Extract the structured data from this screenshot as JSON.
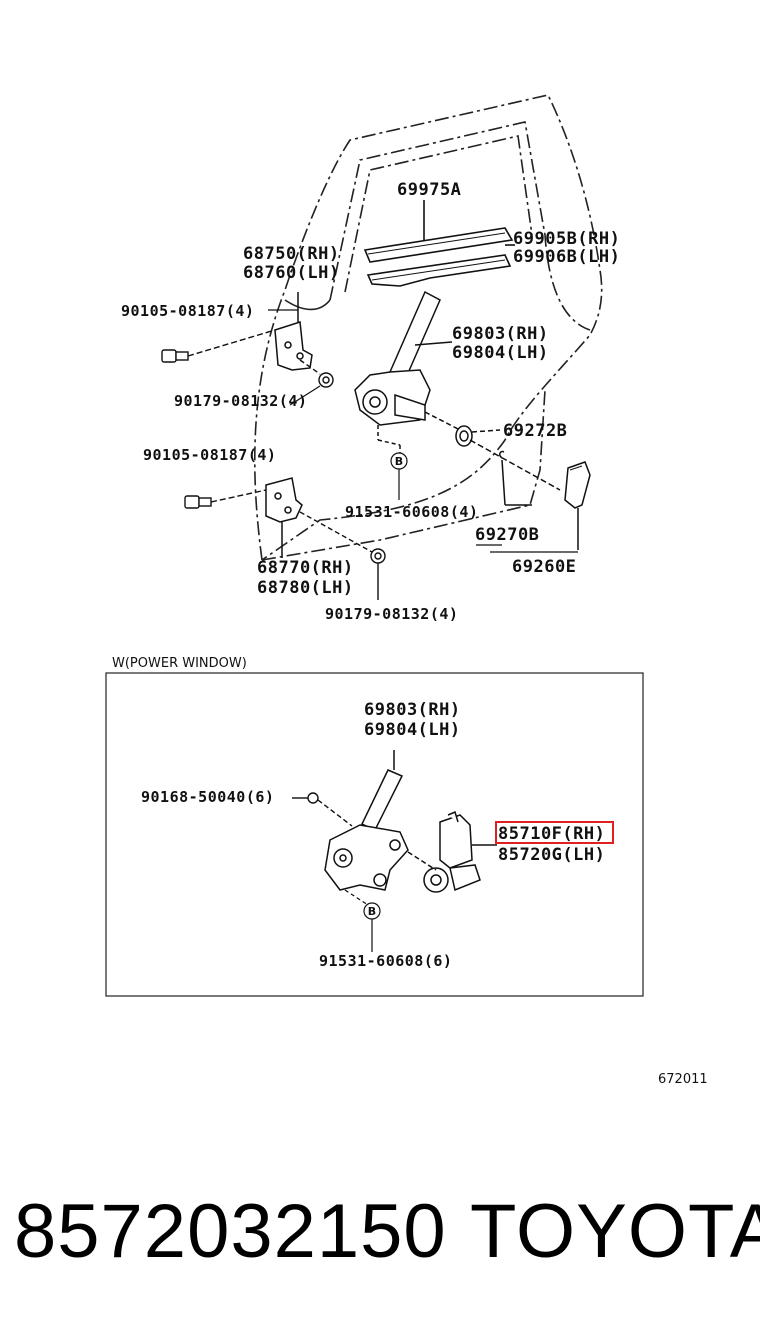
{
  "top_labels": {
    "l_69975A": "69975A",
    "l_68750": "68750(RH)",
    "l_68760": "68760(LH)",
    "l_69905B": "69905B(RH)",
    "l_69906B": "69906B(LH)",
    "l_90105_a": "90105-08187(4)",
    "l_69803": "69803(RH)",
    "l_69804": "69804(LH)",
    "l_90179_a": "90179-08132(4)",
    "l_69272B": "69272B",
    "l_90105_b": "90105-08187(4)",
    "l_91531_a": "91531-60608(4)",
    "l_69270B": "69270B",
    "l_68770": "68770(RH)",
    "l_68780": "68780(LH)",
    "l_69260E": "69260E",
    "l_90179_b": "90179-08132(4)"
  },
  "inset": {
    "title": "W(POWER WINDOW)",
    "l_69803": "69803(RH)",
    "l_69804": "69804(LH)",
    "l_90168": "90168-50040(6)",
    "l_85710F": "85710F(RH)",
    "l_85720G": "85720G(LH)",
    "l_91531": "91531-60608(6)",
    "highlight_color": "#e02020"
  },
  "balloon_letter": "B",
  "figure_code": "672011",
  "part_number": "8572032150",
  "brand": "TOYOTA"
}
